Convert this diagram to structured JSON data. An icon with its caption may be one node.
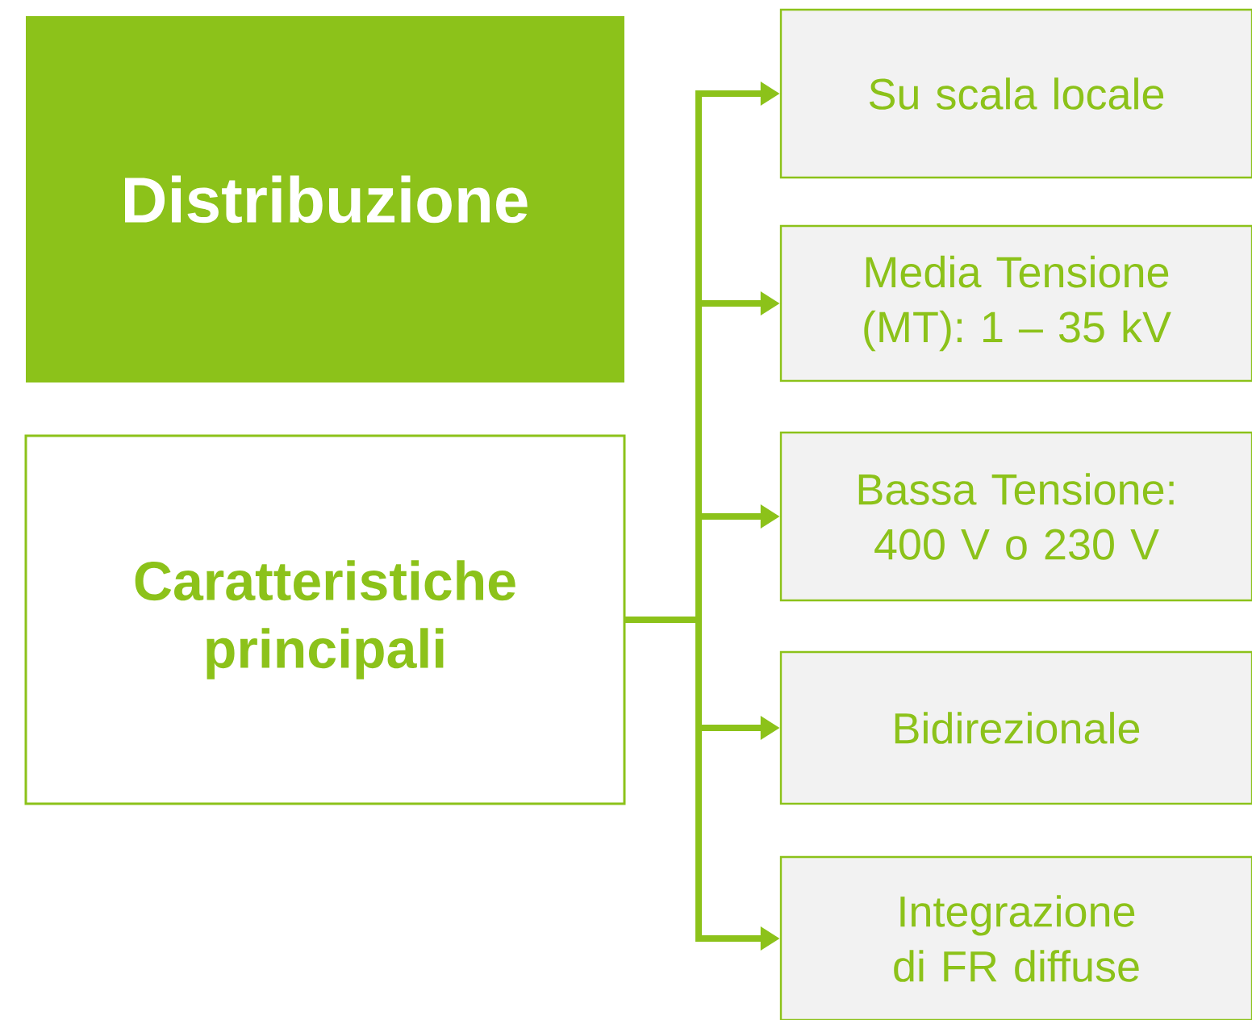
{
  "diagram": {
    "nodes": [
      {
        "text": [
          "Distribuzione"
        ]
      },
      {
        "text": [
          "Caratteristiche principali"
        ]
      },
      {
        "text": [
          "Su scala locale"
        ]
      },
      {
        "text": [
          "Media Tensione (MT): 1 – 35 kV"
        ]
      },
      {
        "text": [
          "Bassa Tensione: 400 V o 230 V"
        ]
      },
      {
        "text": [
          "Bidirezionale"
        ]
      },
      {
        "text": [
          "Integrazione di FR diffuse"
        ]
      }
    ],
    "edges": [
      {
        "from": 1,
        "to": 2,
        "arrow": "to"
      },
      {
        "from": 1,
        "to": 3,
        "arrow": "to"
      },
      {
        "from": 1,
        "to": 4,
        "arrow": "to"
      },
      {
        "from": 1,
        "to": 5,
        "arrow": "to"
      },
      {
        "from": 1,
        "to": 6,
        "arrow": "to"
      }
    ]
  }
}
